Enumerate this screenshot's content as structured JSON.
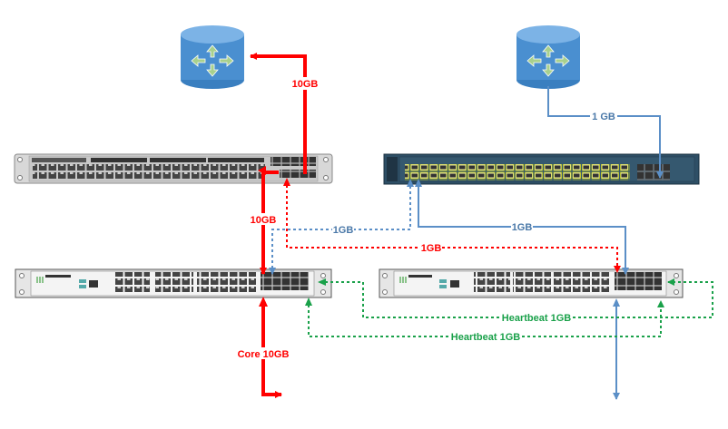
{
  "colors": {
    "core_link": "#ff0000",
    "uplink_blue": "#5b8fc7",
    "heartbeat": "#1aa14a",
    "router_body": "#4a8fd0",
    "router_arrows": "#a8d08d",
    "cisco_body": "#2e4f66"
  },
  "devices": {
    "router_left": {
      "icon": "router-icon"
    },
    "router_right": {
      "icon": "router-icon"
    },
    "switch_left": {
      "icon": "rack-switch-icon"
    },
    "switch_right": {
      "icon": "rack-switch-icon"
    },
    "firewall_left": {
      "icon": "firewall-icon"
    },
    "firewall_right": {
      "icon": "firewall-icon"
    }
  },
  "links": {
    "switch_to_router": "10GB",
    "switch_to_firewall": "10GB",
    "core": "Core 10GB",
    "blue_dotted": "1GB",
    "red_dotted": "1GB",
    "blue_solid": "1GB",
    "router_right_uplink": "1 GB",
    "heartbeat_1": "Heartbeat 1GB",
    "heartbeat_2": "Heartbeat 1GB"
  }
}
